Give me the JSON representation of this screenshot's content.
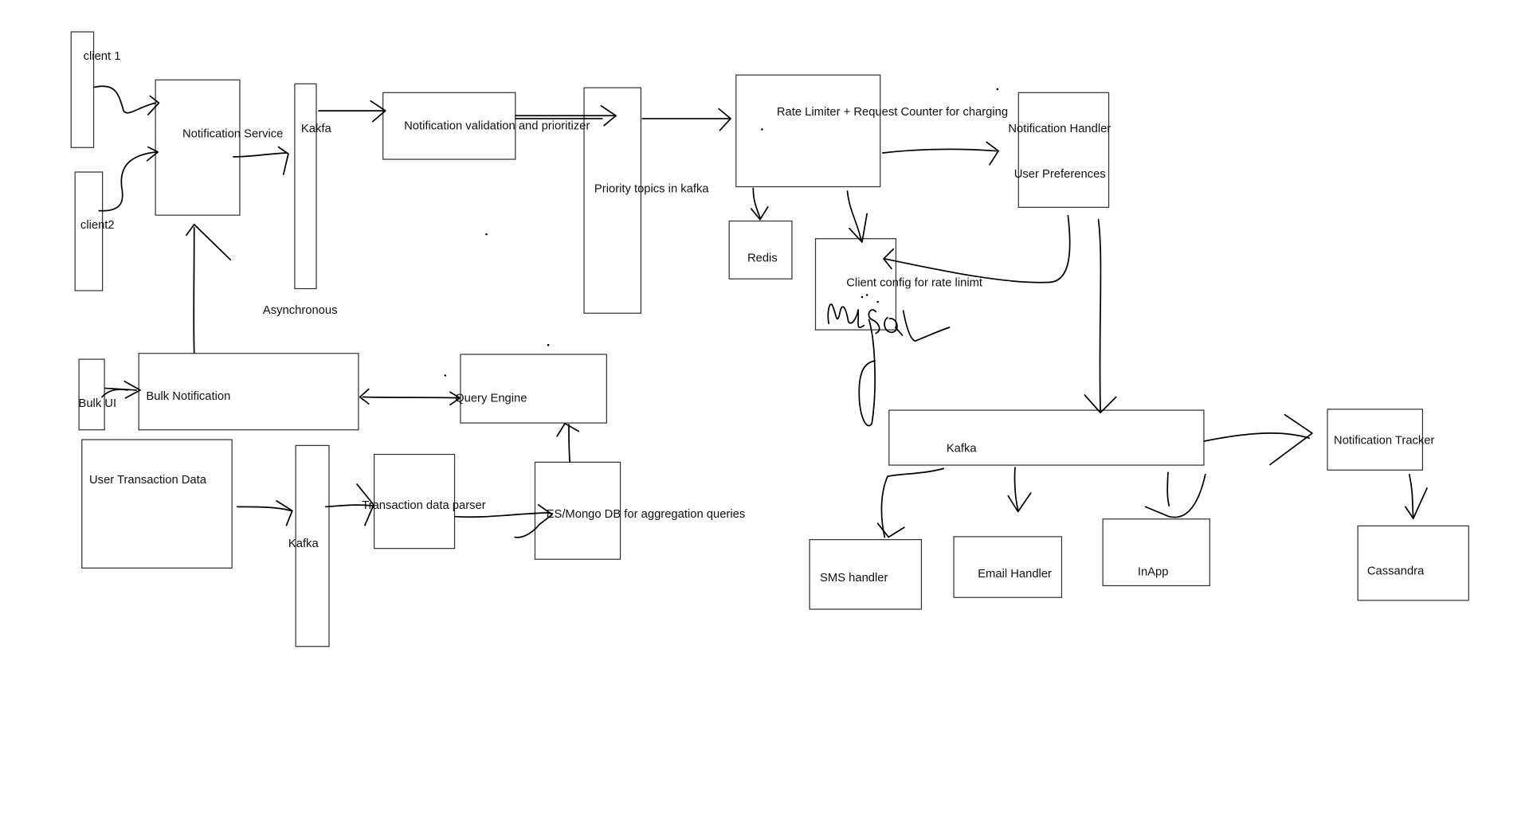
{
  "labels": {
    "client1": "client 1",
    "client2": "client2",
    "notification_service": "Notification Service",
    "kafka_top": "Kakfa",
    "asynchronous": "Asynchronous",
    "notification_validation": "Notification validation and prioritizer",
    "priority_topics": "Priority topics in kafka",
    "rate_limiter": "Rate Limiter + Request Counter for charging",
    "redis": "Redis",
    "client_config": "Client config for rate linimt",
    "mysql_handwritten": "MySQL",
    "notification_handler": "Notification Handler",
    "user_preferences": "User Preferences",
    "bulk_ui": "Bulk UI",
    "bulk_notification": "Bulk Notification",
    "query_engine": "Query Engine",
    "user_transaction_data": "User Transaction Data",
    "kafka_bottom": "Kafka",
    "transaction_parser": "Transaction data parser",
    "es_mongo": "ES/Mongo DB for aggregation queries",
    "kafka_right": "Kafka",
    "sms_handler": "SMS handler",
    "email_handler": "Email Handler",
    "inapp": "InApp",
    "notification_tracker": "Notification Tracker",
    "cassandra": "Cassandra"
  },
  "colors": {
    "background": "#ffffff",
    "stroke": "#000000",
    "box_border": "#333333"
  }
}
